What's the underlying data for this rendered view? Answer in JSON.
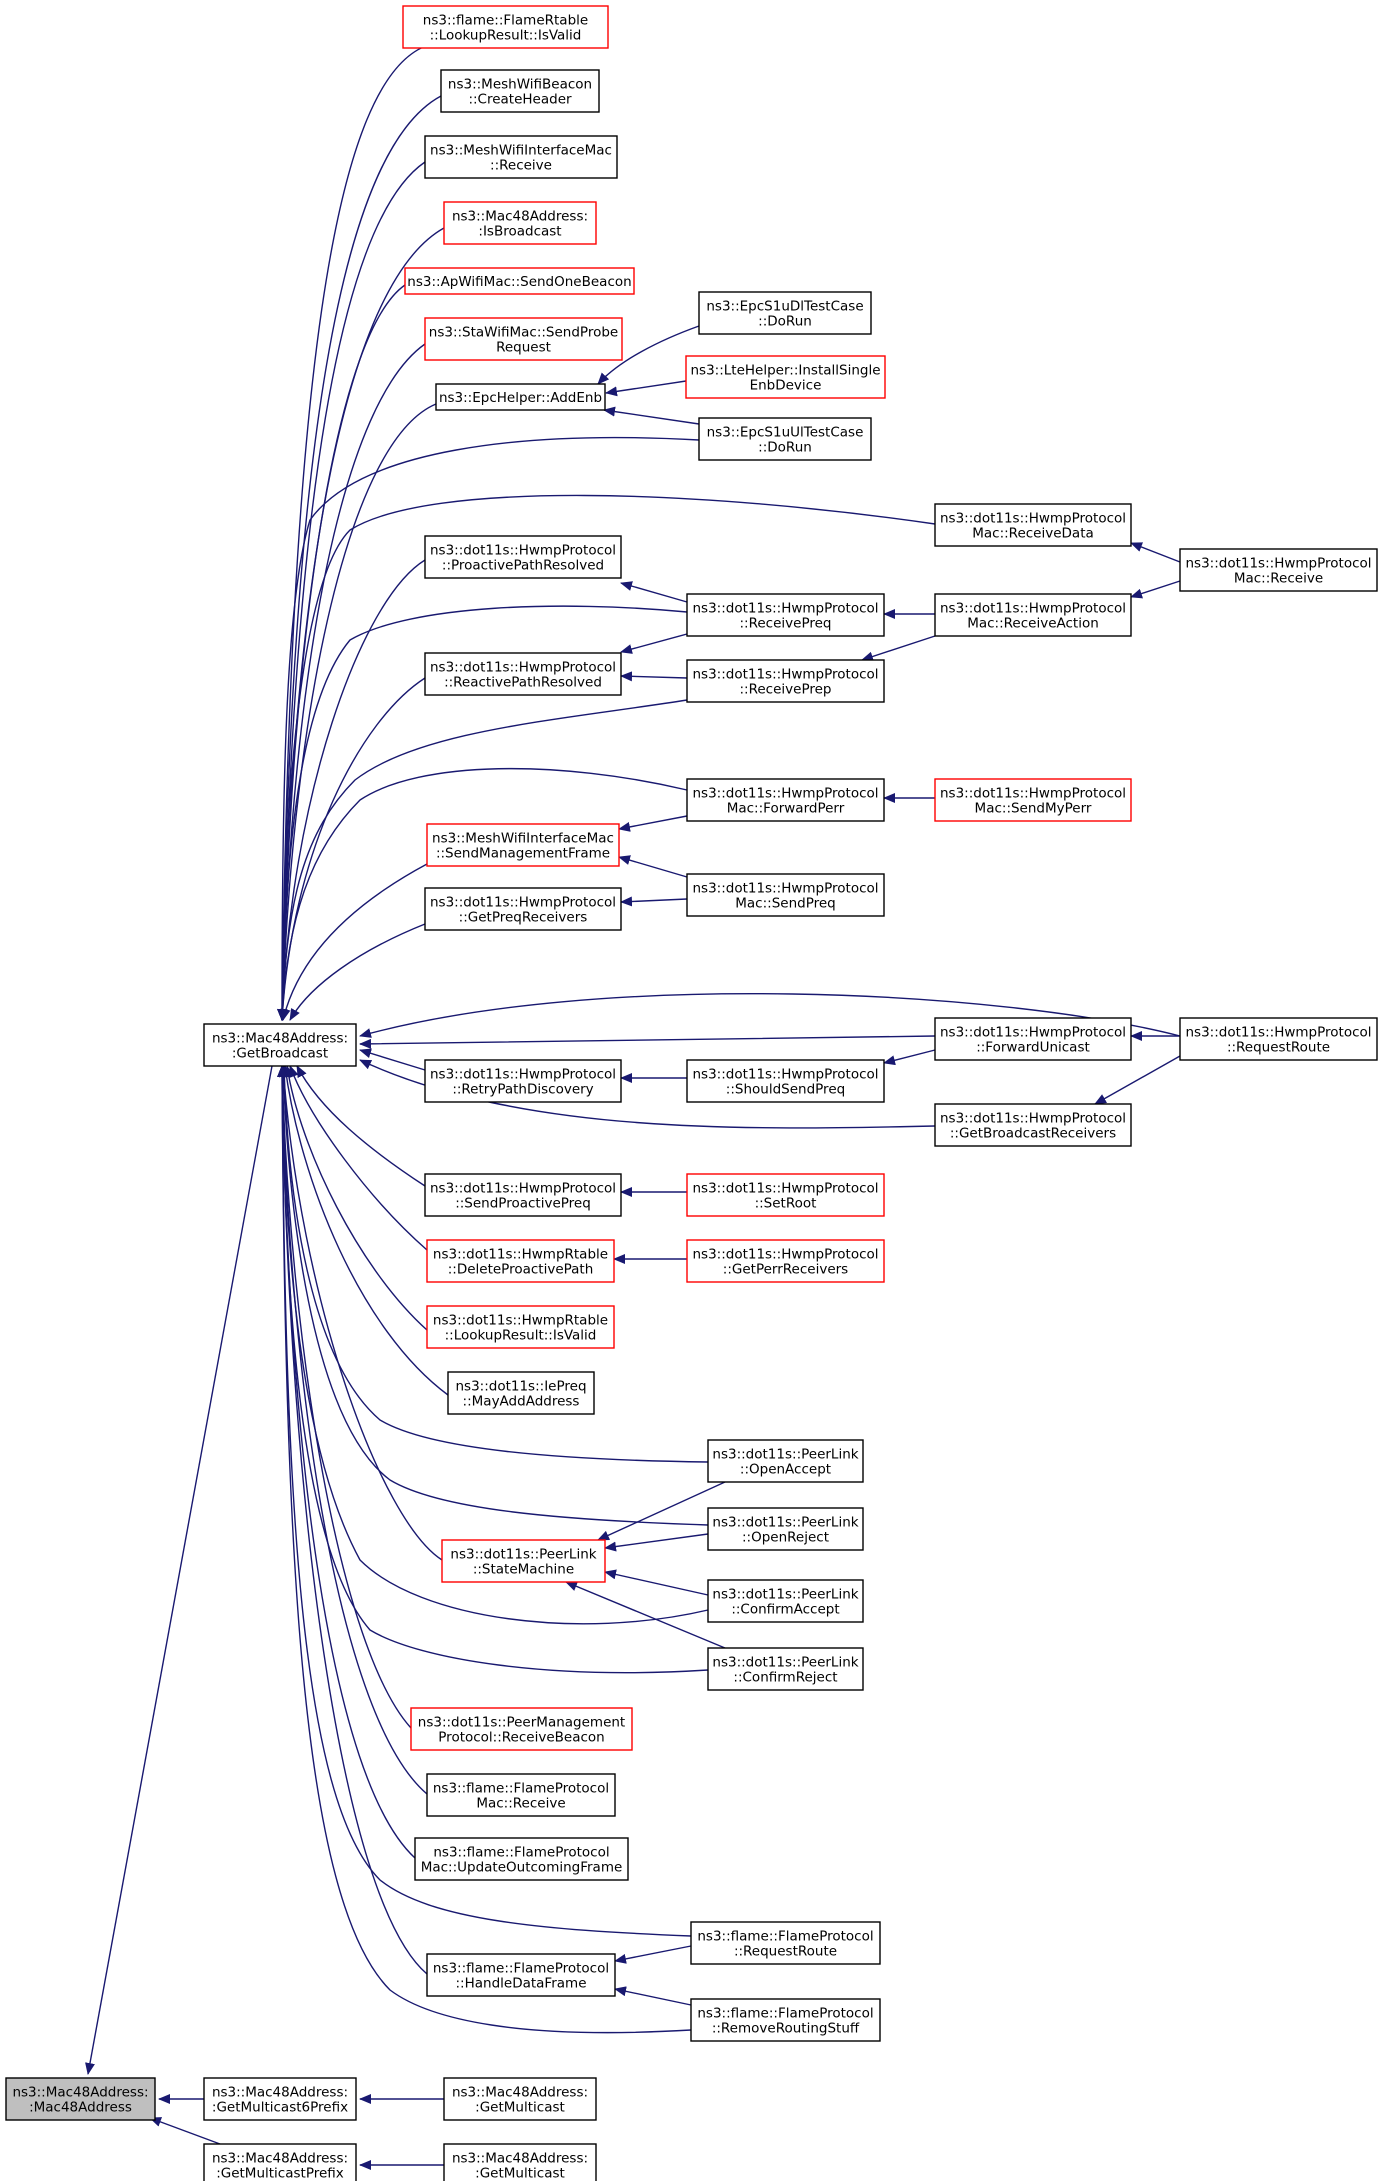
{
  "graph": {
    "direction": "right-to-left call graph (callers point to callee)",
    "colors": {
      "edge": "#191970",
      "normal_border": "#000000",
      "truncated_border": "#ff0000",
      "root_fill": "#bfbfbf"
    },
    "nodes": [
      {
        "id": "root",
        "lines": [
          "ns3::Mac48Address:",
          ":Mac48Address"
        ],
        "style": "root"
      },
      {
        "id": "getBroadcast",
        "lines": [
          "ns3::Mac48Address:",
          ":GetBroadcast"
        ],
        "style": "normal"
      },
      {
        "id": "getMc6Prefix",
        "lines": [
          "ns3::Mac48Address:",
          ":GetMulticast6Prefix"
        ],
        "style": "normal"
      },
      {
        "id": "getMcPrefix",
        "lines": [
          "ns3::Mac48Address:",
          ":GetMulticastPrefix"
        ],
        "style": "normal"
      },
      {
        "id": "getMc1",
        "lines": [
          "ns3::Mac48Address:",
          ":GetMulticast"
        ],
        "style": "normal"
      },
      {
        "id": "getMc2",
        "lines": [
          "ns3::Mac48Address:",
          ":GetMulticast"
        ],
        "style": "normal"
      },
      {
        "id": "flameRtable",
        "lines": [
          "ns3::flame::FlameRtable",
          "::LookupResult::IsValid"
        ],
        "style": "red"
      },
      {
        "id": "meshBeacon",
        "lines": [
          "ns3::MeshWifiBeacon",
          "::CreateHeader"
        ],
        "style": "normal"
      },
      {
        "id": "meshIfMacRecv",
        "lines": [
          "ns3::MeshWifiInterfaceMac",
          "::Receive"
        ],
        "style": "normal"
      },
      {
        "id": "isBroadcast",
        "lines": [
          "ns3::Mac48Address:",
          ":IsBroadcast"
        ],
        "style": "red"
      },
      {
        "id": "apSendBeacon",
        "lines": [
          "ns3::ApWifiMac::SendOneBeacon"
        ],
        "style": "red"
      },
      {
        "id": "staSendProbe",
        "lines": [
          "ns3::StaWifiMac::SendProbe",
          "Request"
        ],
        "style": "red"
      },
      {
        "id": "epcAddEnb",
        "lines": [
          "ns3::EpcHelper::AddEnb"
        ],
        "style": "normal"
      },
      {
        "id": "epcDlDoRun",
        "lines": [
          "ns3::EpcS1uDlTestCase",
          "::DoRun"
        ],
        "style": "normal"
      },
      {
        "id": "lteInstall",
        "lines": [
          "ns3::LteHelper::InstallSingle",
          "EnbDevice"
        ],
        "style": "red"
      },
      {
        "id": "epcUlDoRun",
        "lines": [
          "ns3::EpcS1uUlTestCase",
          "::DoRun"
        ],
        "style": "normal"
      },
      {
        "id": "hwmpRecvData",
        "lines": [
          "ns3::dot11s::HwmpProtocol",
          "Mac::ReceiveData"
        ],
        "style": "normal"
      },
      {
        "id": "hwmpMacRecv",
        "lines": [
          "ns3::dot11s::HwmpProtocol",
          "Mac::Receive"
        ],
        "style": "normal"
      },
      {
        "id": "proactiveResolved",
        "lines": [
          "ns3::dot11s::HwmpProtocol",
          "::ProactivePathResolved"
        ],
        "style": "normal"
      },
      {
        "id": "recvPreq",
        "lines": [
          "ns3::dot11s::HwmpProtocol",
          "::ReceivePreq"
        ],
        "style": "normal"
      },
      {
        "id": "recvAction",
        "lines": [
          "ns3::dot11s::HwmpProtocol",
          "Mac::ReceiveAction"
        ],
        "style": "normal"
      },
      {
        "id": "reactiveResolved",
        "lines": [
          "ns3::dot11s::HwmpProtocol",
          "::ReactivePathResolved"
        ],
        "style": "normal"
      },
      {
        "id": "recvPrep",
        "lines": [
          "ns3::dot11s::HwmpProtocol",
          "::ReceivePrep"
        ],
        "style": "normal"
      },
      {
        "id": "fwdPerr",
        "lines": [
          "ns3::dot11s::HwmpProtocol",
          "Mac::ForwardPerr"
        ],
        "style": "normal"
      },
      {
        "id": "sendMyPerr",
        "lines": [
          "ns3::dot11s::HwmpProtocol",
          "Mac::SendMyPerr"
        ],
        "style": "red"
      },
      {
        "id": "sendMgmt",
        "lines": [
          "ns3::MeshWifiInterfaceMac",
          "::SendManagementFrame"
        ],
        "style": "red"
      },
      {
        "id": "macSendPreq",
        "lines": [
          "ns3::dot11s::HwmpProtocol",
          "Mac::SendPreq"
        ],
        "style": "normal"
      },
      {
        "id": "getPreqRecv",
        "lines": [
          "ns3::dot11s::HwmpProtocol",
          "::GetPreqReceivers"
        ],
        "style": "normal"
      },
      {
        "id": "fwdUnicast",
        "lines": [
          "ns3::dot11s::HwmpProtocol",
          "::ForwardUnicast"
        ],
        "style": "normal"
      },
      {
        "id": "requestRoute",
        "lines": [
          "ns3::dot11s::HwmpProtocol",
          "::RequestRoute"
        ],
        "style": "normal"
      },
      {
        "id": "retryPath",
        "lines": [
          "ns3::dot11s::HwmpProtocol",
          "::RetryPathDiscovery"
        ],
        "style": "normal"
      },
      {
        "id": "shouldSendPreq",
        "lines": [
          "ns3::dot11s::HwmpProtocol",
          "::ShouldSendPreq"
        ],
        "style": "normal"
      },
      {
        "id": "getBcastRecv",
        "lines": [
          "ns3::dot11s::HwmpProtocol",
          "::GetBroadcastReceivers"
        ],
        "style": "normal"
      },
      {
        "id": "sendProactive",
        "lines": [
          "ns3::dot11s::HwmpProtocol",
          "::SendProactivePreq"
        ],
        "style": "normal"
      },
      {
        "id": "setRoot",
        "lines": [
          "ns3::dot11s::HwmpProtocol",
          "::SetRoot"
        ],
        "style": "red"
      },
      {
        "id": "delProactive",
        "lines": [
          "ns3::dot11s::HwmpRtable",
          "::DeleteProactivePath"
        ],
        "style": "red"
      },
      {
        "id": "getPerrRecv",
        "lines": [
          "ns3::dot11s::HwmpProtocol",
          "::GetPerrReceivers"
        ],
        "style": "red"
      },
      {
        "id": "hwmpRtableValid",
        "lines": [
          "ns3::dot11s::HwmpRtable",
          "::LookupResult::IsValid"
        ],
        "style": "red"
      },
      {
        "id": "iePreq",
        "lines": [
          "ns3::dot11s::IePreq",
          "::MayAddAddress"
        ],
        "style": "normal"
      },
      {
        "id": "openAccept",
        "lines": [
          "ns3::dot11s::PeerLink",
          "::OpenAccept"
        ],
        "style": "normal"
      },
      {
        "id": "openReject",
        "lines": [
          "ns3::dot11s::PeerLink",
          "::OpenReject"
        ],
        "style": "normal"
      },
      {
        "id": "stateMachine",
        "lines": [
          "ns3::dot11s::PeerLink",
          "::StateMachine"
        ],
        "style": "red"
      },
      {
        "id": "confirmAccept",
        "lines": [
          "ns3::dot11s::PeerLink",
          "::ConfirmAccept"
        ],
        "style": "normal"
      },
      {
        "id": "confirmReject",
        "lines": [
          "ns3::dot11s::PeerLink",
          "::ConfirmReject"
        ],
        "style": "normal"
      },
      {
        "id": "peerMgmtBeacon",
        "lines": [
          "ns3::dot11s::PeerManagement",
          "Protocol::ReceiveBeacon"
        ],
        "style": "red"
      },
      {
        "id": "flameMacRecv",
        "lines": [
          "ns3::flame::FlameProtocol",
          "Mac::Receive"
        ],
        "style": "normal"
      },
      {
        "id": "flameUpdate",
        "lines": [
          "ns3::flame::FlameProtocol",
          "Mac::UpdateOutcomingFrame"
        ],
        "style": "normal"
      },
      {
        "id": "flameReqRoute",
        "lines": [
          "ns3::flame::FlameProtocol",
          "::RequestRoute"
        ],
        "style": "normal"
      },
      {
        "id": "flameHandle",
        "lines": [
          "ns3::flame::FlameProtocol",
          "::HandleDataFrame"
        ],
        "style": "normal"
      },
      {
        "id": "flameRemove",
        "lines": [
          "ns3::flame::FlameProtocol",
          "::RemoveRoutingStuff"
        ],
        "style": "normal"
      }
    ],
    "edges": [
      [
        "getBroadcast",
        "root"
      ],
      [
        "getMc6Prefix",
        "root"
      ],
      [
        "getMcPrefix",
        "root"
      ],
      [
        "getMc1",
        "getMc6Prefix"
      ],
      [
        "getMc2",
        "getMcPrefix"
      ],
      [
        "flameRtable",
        "getBroadcast"
      ],
      [
        "meshBeacon",
        "getBroadcast"
      ],
      [
        "meshIfMacRecv",
        "getBroadcast"
      ],
      [
        "isBroadcast",
        "getBroadcast"
      ],
      [
        "apSendBeacon",
        "getBroadcast"
      ],
      [
        "staSendProbe",
        "getBroadcast"
      ],
      [
        "epcAddEnb",
        "getBroadcast"
      ],
      [
        "epcUlDoRun",
        "getBroadcast"
      ],
      [
        "hwmpRecvData",
        "getBroadcast"
      ],
      [
        "proactiveResolved",
        "getBroadcast"
      ],
      [
        "recvPreq",
        "getBroadcast"
      ],
      [
        "reactiveResolved",
        "getBroadcast"
      ],
      [
        "recvPrep",
        "getBroadcast"
      ],
      [
        "fwdPerr",
        "getBroadcast"
      ],
      [
        "sendMgmt",
        "getBroadcast"
      ],
      [
        "getPreqRecv",
        "getBroadcast"
      ],
      [
        "requestRoute",
        "getBroadcast"
      ],
      [
        "fwdUnicast",
        "getBroadcast"
      ],
      [
        "retryPath",
        "getBroadcast"
      ],
      [
        "getBcastRecv",
        "getBroadcast"
      ],
      [
        "sendProactive",
        "getBroadcast"
      ],
      [
        "delProactive",
        "getBroadcast"
      ],
      [
        "hwmpRtableValid",
        "getBroadcast"
      ],
      [
        "iePreq",
        "getBroadcast"
      ],
      [
        "openAccept",
        "getBroadcast"
      ],
      [
        "openReject",
        "getBroadcast"
      ],
      [
        "stateMachine",
        "getBroadcast"
      ],
      [
        "confirmAccept",
        "getBroadcast"
      ],
      [
        "confirmReject",
        "getBroadcast"
      ],
      [
        "peerMgmtBeacon",
        "getBroadcast"
      ],
      [
        "flameMacRecv",
        "getBroadcast"
      ],
      [
        "flameUpdate",
        "getBroadcast"
      ],
      [
        "flameReqRoute",
        "getBroadcast"
      ],
      [
        "flameHandle",
        "getBroadcast"
      ],
      [
        "flameRemove",
        "getBroadcast"
      ],
      [
        "epcDlDoRun",
        "epcAddEnb"
      ],
      [
        "lteInstall",
        "epcAddEnb"
      ],
      [
        "epcUlDoRun",
        "epcAddEnb"
      ],
      [
        "hwmpMacRecv",
        "hwmpRecvData"
      ],
      [
        "hwmpMacRecv",
        "recvAction"
      ],
      [
        "recvPreq",
        "proactiveResolved"
      ],
      [
        "recvPreq",
        "reactiveResolved"
      ],
      [
        "recvAction",
        "recvPreq"
      ],
      [
        "recvAction",
        "recvPrep"
      ],
      [
        "recvPrep",
        "reactiveResolved"
      ],
      [
        "sendMyPerr",
        "fwdPerr"
      ],
      [
        "fwdPerr",
        "sendMgmt"
      ],
      [
        "macSendPreq",
        "sendMgmt"
      ],
      [
        "macSendPreq",
        "getPreqRecv"
      ],
      [
        "requestRoute",
        "fwdUnicast"
      ],
      [
        "requestRoute",
        "getBcastRecv"
      ],
      [
        "fwdUnicast",
        "shouldSendPreq"
      ],
      [
        "shouldSendPreq",
        "retryPath"
      ],
      [
        "setRoot",
        "sendProactive"
      ],
      [
        "getPerrRecv",
        "delProactive"
      ],
      [
        "openAccept",
        "stateMachine"
      ],
      [
        "openReject",
        "stateMachine"
      ],
      [
        "confirmAccept",
        "stateMachine"
      ],
      [
        "confirmReject",
        "stateMachine"
      ],
      [
        "flameReqRoute",
        "flameHandle"
      ],
      [
        "flameRemove",
        "flameHandle"
      ]
    ]
  }
}
